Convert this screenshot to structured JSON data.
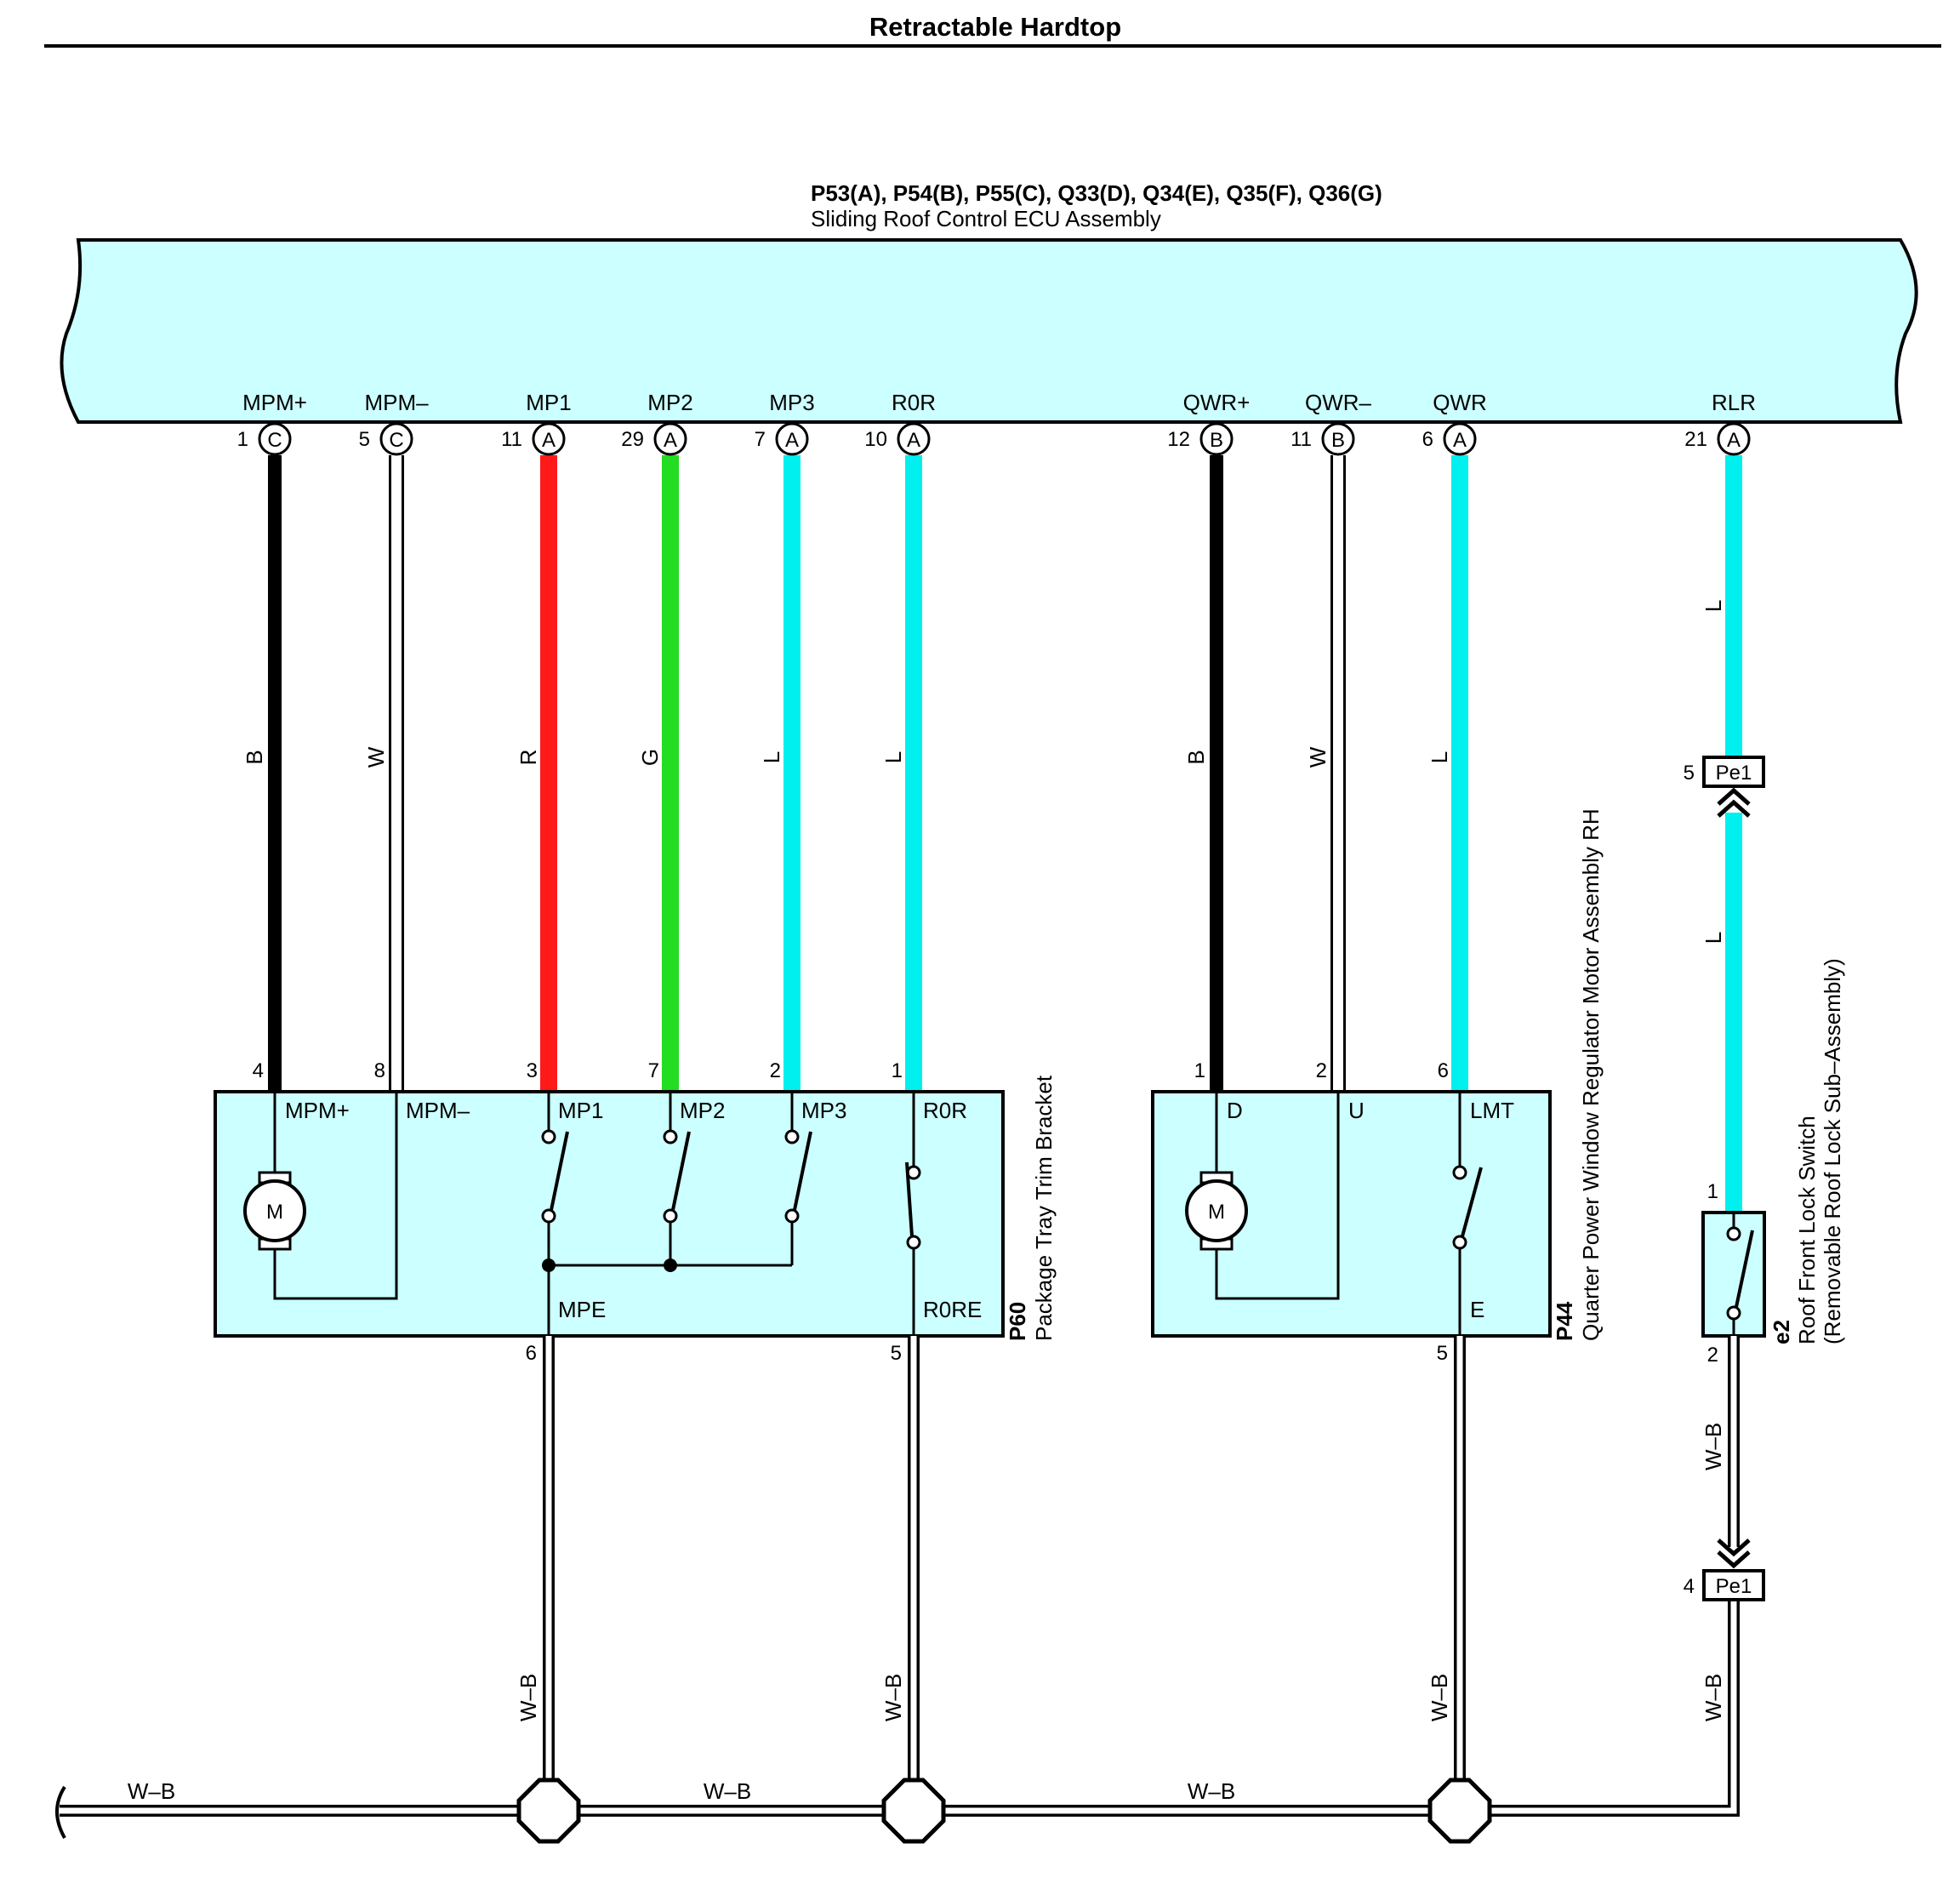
{
  "title": "Retractable Hardtop",
  "ecu": {
    "connectors": "P53(A), P54(B), P55(C), Q33(D), Q34(E), Q35(F), Q36(G)",
    "name": "Sliding Roof Control ECU Assembly"
  },
  "terminals": [
    {
      "id": "t1",
      "label": "MPM+",
      "pin": "1",
      "conn": "C",
      "wire": "B"
    },
    {
      "id": "t2",
      "label": "MPM–",
      "pin": "5",
      "conn": "C",
      "wire": "W"
    },
    {
      "id": "t3",
      "label": "MP1",
      "pin": "11",
      "conn": "A",
      "wire": "R"
    },
    {
      "id": "t4",
      "label": "MP2",
      "pin": "29",
      "conn": "A",
      "wire": "G"
    },
    {
      "id": "t5",
      "label": "MP3",
      "pin": "7",
      "conn": "A",
      "wire": "L"
    },
    {
      "id": "t6",
      "label": "R0R",
      "pin": "10",
      "conn": "A",
      "wire": "L"
    },
    {
      "id": "t7",
      "label": "QWR+",
      "pin": "12",
      "conn": "B",
      "wire": "B"
    },
    {
      "id": "t8",
      "label": "QWR–",
      "pin": "11",
      "conn": "B",
      "wire": "W"
    },
    {
      "id": "t9",
      "label": "QWR",
      "pin": "6",
      "conn": "A",
      "wire": "L"
    },
    {
      "id": "t10",
      "label": "RLR",
      "pin": "21",
      "conn": "A",
      "wire": "L"
    }
  ],
  "p60": {
    "code": "P60",
    "name": "Package Tray Trim Bracket",
    "pins": [
      "4",
      "8",
      "3",
      "7",
      "2",
      "1"
    ],
    "labels": [
      "MPM+",
      "MPM–",
      "MP1",
      "MP2",
      "MP3",
      "R0R"
    ],
    "bottom_pins": [
      "6",
      "5"
    ],
    "bottom_labels": [
      "MPE",
      "R0RE"
    ],
    "motor": "M"
  },
  "p44": {
    "code": "P44",
    "name": "Quarter Power Window Regulator Motor Assembly RH",
    "pins": [
      "1",
      "2",
      "6"
    ],
    "labels": [
      "D",
      "U",
      "LMT"
    ],
    "bottom_pin": "5",
    "bottom_label": "E",
    "motor": "M"
  },
  "e2": {
    "code": "e2",
    "name1": "Roof Front Lock Switch",
    "name2": "(Removable Roof Lock Sub–Assembly)",
    "pin_top": "1",
    "pin_bottom": "2"
  },
  "pe1": {
    "label": "Pe1",
    "pin_upper": "5",
    "pin_lower": "4",
    "wire_upper": "L",
    "wire_lower": "L"
  },
  "ground_wire": "W–B",
  "colors": {
    "B": "#000000",
    "W": "#ffffff",
    "R": "#ff1a1a",
    "G": "#22dd22",
    "L": "#00f0f0",
    "box": "#ccffff"
  }
}
